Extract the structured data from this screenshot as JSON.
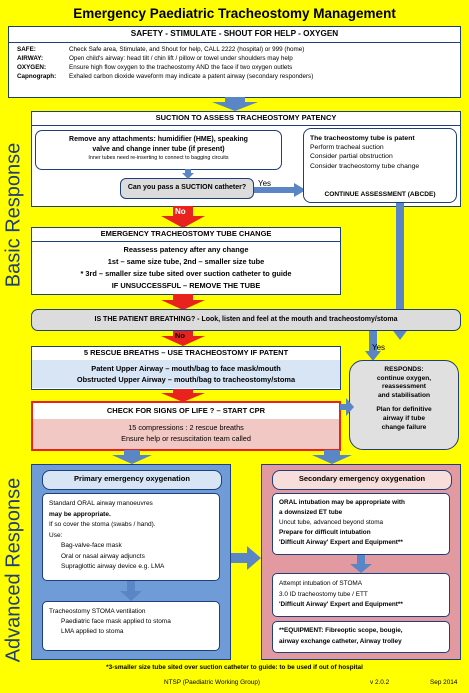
{
  "title": "Emergency Paediatric Tracheostomy Management",
  "safety_header": "SAFETY  -  STIMULATE  -  SHOUT FOR HELP  -  OXYGEN",
  "safety_rows": [
    {
      "label": "SAFE:",
      "text": "Check Safe area, Stimulate, and Shout for help, CALL 2222 (hospital) or 999 (home)"
    },
    {
      "label": "AIRWAY:",
      "text": "Open child's airway: head tilt / chin lift / pillow or towel under shoulders may help"
    },
    {
      "label": "OXYGEN:",
      "text": "Ensure high flow oxygen to the tracheostomy AND the face if two oxygen outlets"
    },
    {
      "label": "Capnograph:",
      "text": "Exhaled carbon dioxide waveform may indicate a patent airway (secondary responders)"
    }
  ],
  "suction_header": "SUCTION TO ASSESS TRACHEOSTOMY PATENCY",
  "remove_lines": [
    "Remove any attachments: humidifier (HME), speaking",
    "valve and change inner tube (if present)"
  ],
  "remove_note": "Inner tubes need re-inserting to connect to bagging circuits",
  "suction_question": "Can you pass a SUCTION catheter?",
  "yes_label": "Yes",
  "no_label": "No",
  "patent_box": {
    "title": "The tracheostomy tube is patent",
    "items": [
      "Perform tracheal suction",
      "Consider partial obstruction",
      "Consider tracheostomy tube change"
    ],
    "footer": "CONTINUE ASSESSMENT (ABCDE)"
  },
  "section_labels": {
    "basic": "Basic Response",
    "advanced": "Advanced Response"
  },
  "tube_change": {
    "header": "EMERGENCY TRACHEOSTOMY TUBE CHANGE",
    "line1": "Reassess patency after any change",
    "line2": "1st – same size tube, 2nd – smaller size tube",
    "line3": "* 3rd – smaller size tube sited over suction catheter to guide",
    "line4": "IF UNSUCCESSFUL – REMOVE THE TUBE"
  },
  "breathing_question": "IS THE PATIENT BREATHING? - Look, listen and feel at the mouth and tracheostomy/stoma",
  "rescue": {
    "header": "5 RESCUE BREATHS – USE TRACHEOSTOMY IF PATENT",
    "line1": "Patent Upper Airway – mouth/bag to face mask/mouth",
    "line2": "Obstructed Upper Airway – mouth/bag to tracheostomy/stoma"
  },
  "responds": {
    "title": "RESPONDS:",
    "lines": [
      "continue oxygen,",
      "reassessment",
      "and stabilisation"
    ],
    "plan": [
      "Plan for definitive",
      "airway if tube",
      "change failure"
    ]
  },
  "cpr": {
    "header": "CHECK FOR SIGNS OF LIFE ? – START CPR",
    "line1": "15 compressions : 2 rescue breaths",
    "line2": "Ensure help or resuscitation team called"
  },
  "primary": {
    "header": "Primary emergency oxygenation",
    "box1": [
      "Standard ORAL airway manoeuvres",
      "may be appropriate.",
      "If so cover the stoma (swabs / hand).",
      "Use:",
      "Bag-valve-face mask",
      "Oral or nasal airway adjuncts",
      "Supraglottic airway device e.g. LMA"
    ],
    "box2": [
      "Tracheostomy STOMA ventilation",
      "Paediatric face mask applied to stoma",
      "LMA applied to stoma"
    ]
  },
  "secondary": {
    "header": "Secondary emergency oxygenation",
    "box1": [
      "ORAL intubation may be appropriate with",
      "a downsized ET tube",
      "Uncut tube, advanced beyond stoma",
      "Prepare for difficult intubation",
      "'Difficult Airway' Expert and Equipment**"
    ],
    "box2": [
      "Attempt intubation of STOMA",
      "3.0 ID tracheostomy tube / ETT",
      "'Difficult Airway' Expert and Equipment**"
    ],
    "box3": [
      "**EQUIPMENT: Fibreoptic scope, bougie,",
      "airway exchange catheter, Airway trolley"
    ]
  },
  "footnote": "*3-smaller size tube sited over suction catheter to guide: to be used if out of hospital",
  "footer": {
    "org": "NTSP (Paediatric Working Group)",
    "version": "v 2.0.2",
    "date": "Sep 2014"
  },
  "colors": {
    "background": "#ffff00",
    "navy": "#1f3f7a",
    "arrow_blue": "#5a86c5",
    "red": "#e8231d",
    "light_blue": "#d7e5f5",
    "pink": "#f2c8c4"
  }
}
